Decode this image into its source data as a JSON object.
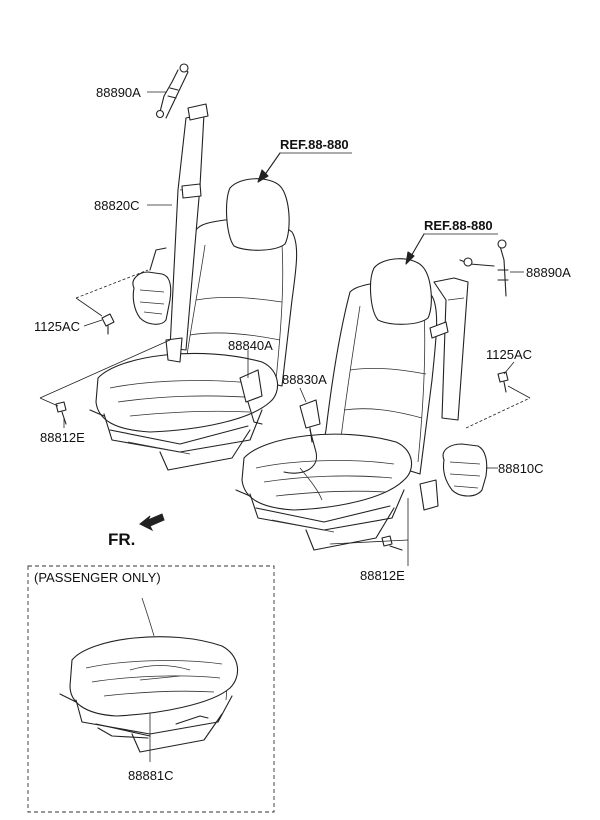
{
  "labels": {
    "l1": "88890A",
    "l2": "88820C",
    "l3": "1125AC",
    "l4": "88812E",
    "l5": "88840A",
    "l6": "88830A",
    "l7": "88890A",
    "l8": "1125AC",
    "l9": "88810C",
    "l10": "88812E",
    "l11": "88881C"
  },
  "refs": {
    "left": "REF.88-880",
    "right": "REF.88-880"
  },
  "direction": "FR.",
  "inset_title": "(PASSENGER ONLY)"
}
